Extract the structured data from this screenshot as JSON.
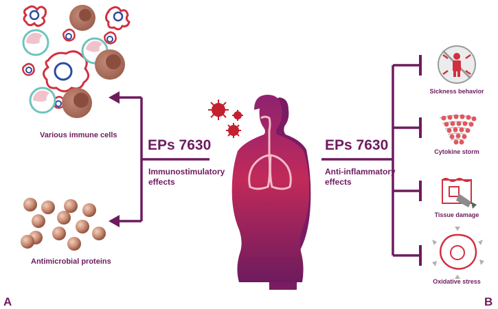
{
  "left": {
    "immune_cells_label": "Various immune cells",
    "antimicrobial_label": "Antimicrobial proteins",
    "ep_title": "EPs 7630",
    "effect_label_line1": "Immunostimulatory",
    "effect_label_line2": "effects",
    "panel_letter": "A"
  },
  "right": {
    "ep_title": "EPs 7630",
    "effect_label_line1": "Anti-inflammatory",
    "effect_label_line2": "effects",
    "panel_letter": "B",
    "outcomes": [
      {
        "label": "Sickness behavior",
        "icon": "sickness-behavior-icon"
      },
      {
        "label": "Cytokine storm",
        "icon": "cytokine-storm-icon"
      },
      {
        "label": "Tissue damage",
        "icon": "tissue-damage-icon"
      },
      {
        "label": "Oxidative stress",
        "icon": "oxidative-stress-icon"
      }
    ]
  },
  "colors": {
    "primary": "#6d1b5e",
    "accent_red": "#d0303f",
    "cell_brown": "#a86a58",
    "cell_teal": "#6cc4bd",
    "cell_blue": "#2b4aa0",
    "sphere": "#c98b72"
  }
}
